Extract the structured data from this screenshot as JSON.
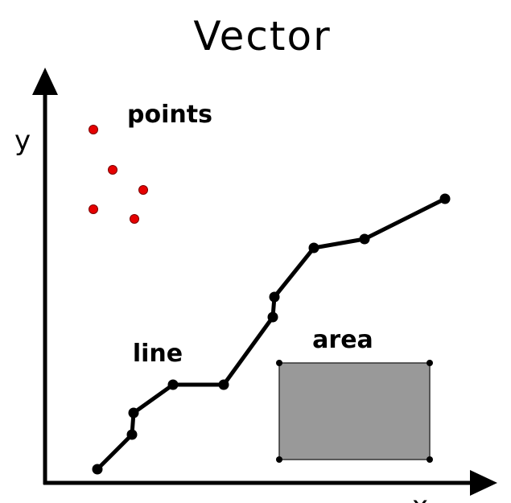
{
  "title": "Vector",
  "axes": {
    "y_label": "y",
    "x_label": "x"
  },
  "labels": {
    "points": "points",
    "line": "line",
    "area": "area"
  },
  "colors": {
    "points": "#e60000",
    "line": "#000000",
    "area_fill": "#999999",
    "axes": "#000000"
  }
}
